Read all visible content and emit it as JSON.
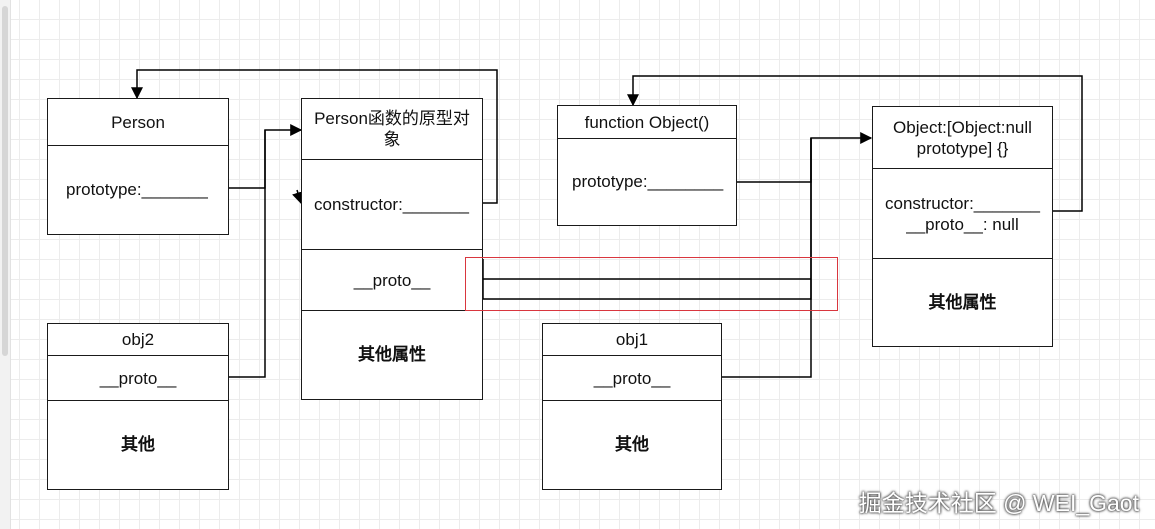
{
  "diagram": {
    "person": {
      "title": "Person",
      "prototype": "prototype:_______"
    },
    "person_prototype": {
      "title": "Person函数的原型对象",
      "constructor": "constructor:_______",
      "proto": "__proto__",
      "others": "其他属性"
    },
    "function_object": {
      "title": "function Object()",
      "prototype": "prototype:________"
    },
    "object_prototype": {
      "title_line1": "Object:[Object:null",
      "title_line2": "prototype] {}",
      "constructor": "constructor:_______",
      "proto": "__proto__: null",
      "others": "其他属性"
    },
    "obj2": {
      "title": "obj2",
      "proto": "__proto__",
      "others": "其他"
    },
    "obj1": {
      "title": "obj1",
      "proto": "__proto__",
      "others": "其他"
    }
  },
  "watermark": "掘金技术社区 @ WEI_Gaot",
  "colors": {
    "line": "#000000",
    "highlight": "#d9363e",
    "grid": "#ececec"
  }
}
